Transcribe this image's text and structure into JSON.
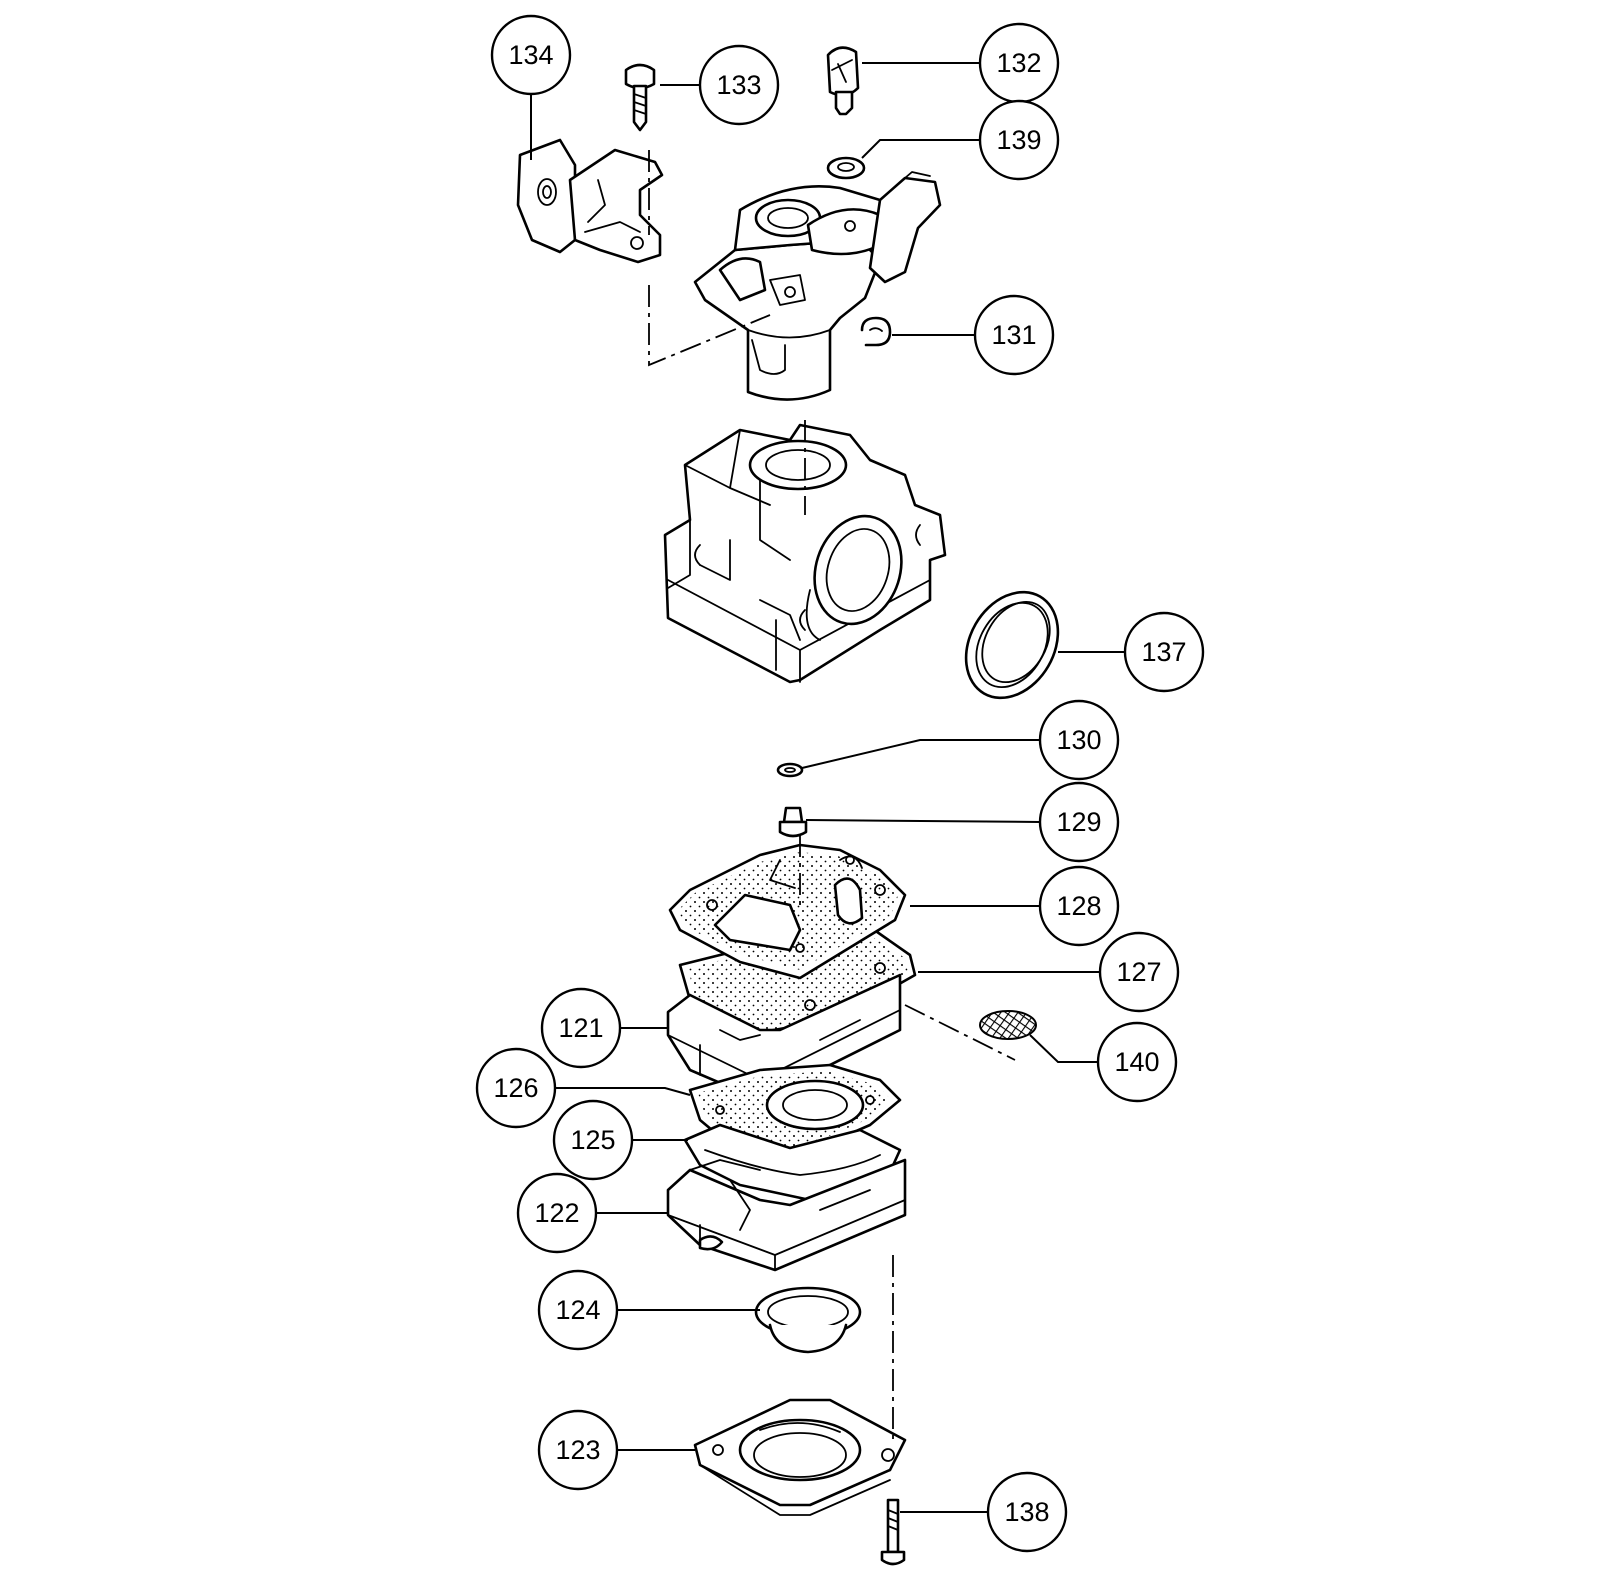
{
  "callouts": [
    {
      "id": "c134",
      "label": "134"
    },
    {
      "id": "c133",
      "label": "133"
    },
    {
      "id": "c132",
      "label": "132"
    },
    {
      "id": "c139",
      "label": "139"
    },
    {
      "id": "c131",
      "label": "131"
    },
    {
      "id": "c137",
      "label": "137"
    },
    {
      "id": "c130",
      "label": "130"
    },
    {
      "id": "c129",
      "label": "129"
    },
    {
      "id": "c128",
      "label": "128"
    },
    {
      "id": "c127",
      "label": "127"
    },
    {
      "id": "c121",
      "label": "121"
    },
    {
      "id": "c140",
      "label": "140"
    },
    {
      "id": "c126",
      "label": "126"
    },
    {
      "id": "c125",
      "label": "125"
    },
    {
      "id": "c122",
      "label": "122"
    },
    {
      "id": "c124",
      "label": "124"
    },
    {
      "id": "c123",
      "label": "123"
    },
    {
      "id": "c138",
      "label": "138"
    }
  ],
  "colors": {
    "line": "#000000",
    "background": "#ffffff"
  }
}
